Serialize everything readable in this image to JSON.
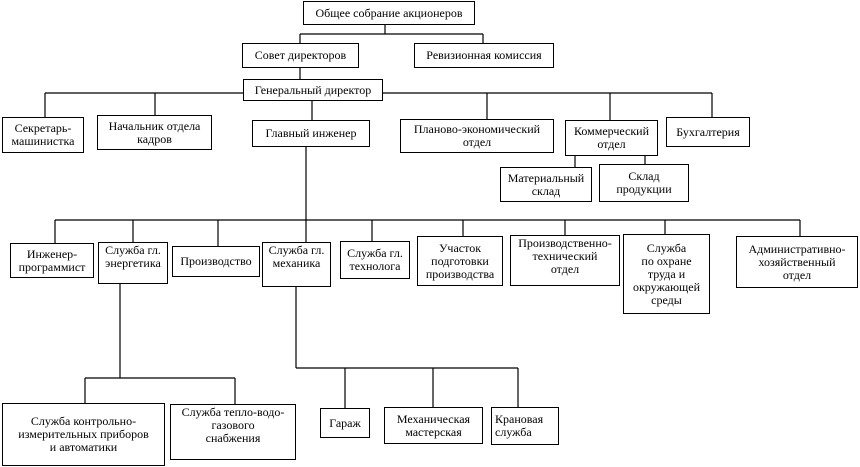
{
  "nodes": {
    "shareholders": "Общее собрание акционеров",
    "board": "Совет директоров",
    "audit": "Ревизионная комиссия",
    "gen_director": "Генеральный директор",
    "secretary": "Секретарь-\nмашинистка",
    "hr_head": "Начальник отдела\nкадров",
    "chief_engineer": "Главный инженер",
    "planning": "Планово-экономический\nотдел",
    "commercial": "Коммерческий\nотдел",
    "accounting": "Бухгалтерия",
    "materials_store": "Материальный\nсклад",
    "product_store": "Склад\nпродукции",
    "programmer": "Инженер-\nпрограммист",
    "chief_power": "Служба гл.\nэнергетика",
    "production": "Производство",
    "chief_mechanic": "Служба гл.\nмеханика",
    "chief_technologist": "Служба гл.\nтехнолога",
    "prep_section": "Участок\nподготовки\nпроизводства",
    "prod_tech": "Производственно-\nтехнический\nотдел",
    "labor_safety": "Служба\nпо охране\nтруда и\nокружающей\nсреды",
    "admin_econ": "Административно-\nхозяйственный\nотдел",
    "instrumentation": "Служба контрольно-\nизмерительных приборов\nи автоматики",
    "heat_water_gas": "Служба тепло-водо-\nгазового\nснабжения",
    "garage": "Гараж",
    "mech_workshop": "Механическая\nмастерская",
    "crane_service": "Крановая\nслужба"
  }
}
